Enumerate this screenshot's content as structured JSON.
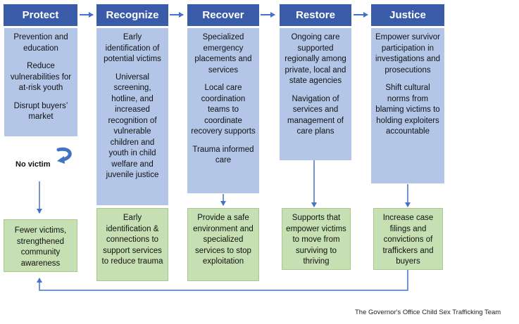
{
  "stages": [
    {
      "id": "protect",
      "title": "Protect",
      "activities": [
        "Prevention and education",
        "Reduce vulnerabilities for at-risk youth",
        "Disrupt buyers’ market"
      ],
      "outcome": "Fewer victims, strengthened community awareness"
    },
    {
      "id": "recognize",
      "title": "Recognize",
      "activities": [
        "Early identification of potential victims",
        "Universal screening, hotline, and increased recognition of vulnerable children and youth in child welfare and juvenile justice"
      ],
      "outcome": "Early identification & connections to support services to reduce trauma"
    },
    {
      "id": "recover",
      "title": "Recover",
      "activities": [
        "Specialized emergency placements and services",
        "Local care coordination teams to coordinate recovery supports",
        "Trauma informed care"
      ],
      "outcome": "Provide a safe environment and specialized services to stop exploitation"
    },
    {
      "id": "restore",
      "title": "Restore",
      "activities": [
        "Ongoing care supported regionally among private, local and state agencies",
        "Navigation of services and management of care plans"
      ],
      "outcome": "Supports that empower victims to move from surviving to thriving"
    },
    {
      "id": "justice",
      "title": "Justice",
      "activities": [
        "Empower survivor participation in investigations and prosecutions",
        "Shift cultural norms from blaming victims to holding exploiters accountable"
      ],
      "outcome": "Increase case filings and convictions of traffickers and buyers"
    }
  ],
  "no_victim_label": "No victim",
  "credit": "The Governor's Office Child Sex Trafficking Team",
  "colors": {
    "header": "#3a5ba8",
    "activity": "#b4c6e7",
    "outcome": "#c6e0b4",
    "arrow": "#4472c4"
  },
  "icons": [
    "right-arrow-icon",
    "down-arrow-icon",
    "curved-return-arrow-icon",
    "loop-back-arrow-icon"
  ]
}
